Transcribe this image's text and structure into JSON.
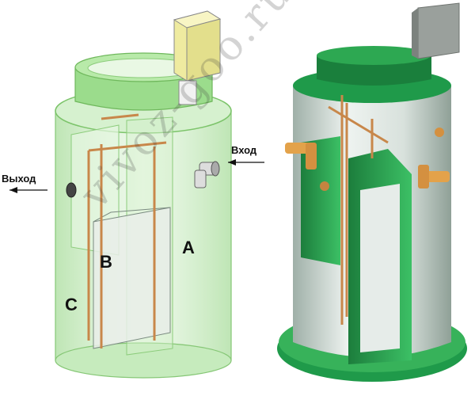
{
  "labels": {
    "outlet": "Выход",
    "inlet": "Вход",
    "zone_a": "A",
    "zone_b": "B",
    "zone_c": "C"
  },
  "watermark": "vivoz-goo.ru",
  "colors": {
    "tank_glass": "#bfe8b4",
    "tank_edge": "#7cc46a",
    "lid_green": "#7bd36a",
    "control_box": "#f3f0a4",
    "pipe": "#d9944a",
    "solid_body": "#dfe7e3",
    "solid_green": "#1f9a4a",
    "base_green": "#2aa54f"
  }
}
